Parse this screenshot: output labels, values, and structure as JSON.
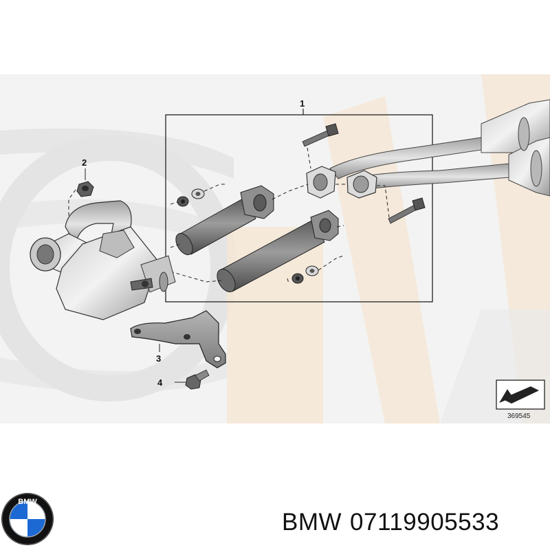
{
  "callouts": {
    "part_1": "1",
    "part_2": "2",
    "part_3": "3",
    "part_4": "4"
  },
  "diagram_number": "369545",
  "caption": {
    "brand": "BMW",
    "part_number": "07119905533"
  },
  "logo": {
    "text": "BMW",
    "colors": {
      "blue": "#1c69d4",
      "white": "#ffffff",
      "ring": "#111111"
    }
  },
  "watermark_colors": {
    "grey": "#ececec",
    "tan": "#f5e6d3"
  }
}
